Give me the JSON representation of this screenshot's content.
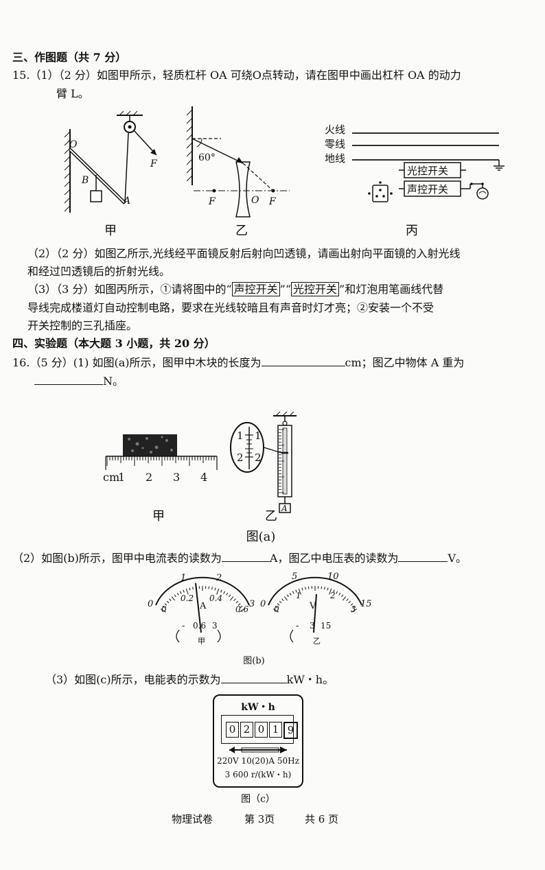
{
  "section3": {
    "heading": "三、作图题（共 7 分）",
    "q15_1_a": "15.（1）（2 分）如图甲所示，轻质杠杆 OA 可绕O点转动，请在图甲中画出杠杆 OA 的动力",
    "q15_1_b": "臂 L。",
    "q15_2_a": "（2）（2 分）如图乙所示,光线经平面镜反射后射向凹透镜，请画出射向平面镜的入射光线",
    "q15_2_b": "和经过凹透镜后的折射光线。",
    "q15_3_a1": "（3）（3 分）如图丙所示，①请将图中的",
    "q15_3_sw1": "声控开关",
    "q15_3_sw2": "光控开关",
    "q15_3_a2": "和灯泡用笔画线代替",
    "q15_3_b": "导线完成楼道灯自动控制电路，要求在光线较暗且有声音时灯才亮；②安装一个不受",
    "q15_3_c": "开关控制的三孔插座。"
  },
  "fig15": {
    "jia": {
      "caption": "甲",
      "O": "O",
      "B": "B",
      "A": "A",
      "F": "F"
    },
    "yi": {
      "caption": "乙",
      "angle": "60°",
      "F1": "F",
      "O": "O",
      "F2": "F"
    },
    "bing": {
      "caption": "丙",
      "live": "火线",
      "neutral": "零线",
      "ground": "地线",
      "light_switch": "光控开关",
      "sound_switch": "声控开关"
    }
  },
  "section4": {
    "heading": "四、实验题（本大题 3 小题，共 20 分）",
    "q16_1_a": "16.（5 分）(1) 如图(a)所示，图甲中木块的长度为",
    "q16_1_unit1": "cm；图乙中物体 A 重为",
    "q16_1_unit2": "N。",
    "q16_2_a": "（2）如图(b)所示，图甲中电流表的读数为",
    "q16_2_unit1": "A，图乙中电压表的读数为",
    "q16_2_unit2": "V。",
    "q16_3_a": "（3）如图(c)所示，电能表的示数为",
    "q16_3_unit": "kW・h。"
  },
  "fig_a": {
    "ruler": {
      "unit": "cm",
      "ticks": [
        "1",
        "2",
        "3",
        "4"
      ]
    },
    "scale": {
      "mag_top": "1",
      "mag_bottom": "2",
      "object": "A"
    },
    "caption_jia": "甲",
    "caption_yi": "乙",
    "caption": "图(a)"
  },
  "fig_b": {
    "ammeter": {
      "outer": [
        "0",
        "1",
        "2",
        "3"
      ],
      "inner": [
        "0",
        "0.2",
        "0.4",
        "0.6"
      ],
      "symbol": "A",
      "terminals": [
        "-",
        "0.6",
        "3"
      ],
      "caption": "甲"
    },
    "voltmeter": {
      "outer": [
        "0",
        "5",
        "10",
        "15"
      ],
      "inner": [
        "0",
        "1",
        "2",
        "3"
      ],
      "symbol": "V",
      "terminals": [
        "-",
        "3",
        "15"
      ],
      "caption": "乙"
    },
    "caption": "图(b)"
  },
  "fig_c": {
    "unit": "kW・h",
    "digits": [
      "0",
      "2",
      "0",
      "1",
      "9"
    ],
    "rating": "220V 10(20)A 50Hz",
    "constant": "3 600 r/(kW・h)",
    "caption": "图（c）"
  },
  "footer": {
    "subject": "物理试卷",
    "page": "第 3页",
    "total": "共 6 页"
  }
}
